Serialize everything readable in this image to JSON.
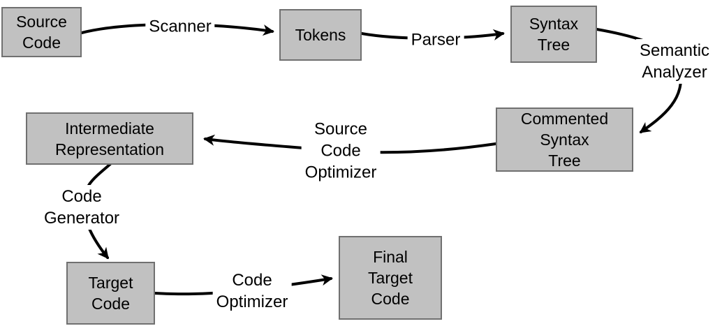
{
  "diagram": {
    "background_color": "#ffffff",
    "node_fill_color": "#c1c1c1",
    "node_border_color": "#707070",
    "line_color": "#000000",
    "text_color": "#000000"
  },
  "nodes": {
    "source_code": {
      "label": "Source\nCode"
    },
    "tokens": {
      "label": "Tokens"
    },
    "syntax_tree": {
      "label": "Syntax\nTree"
    },
    "commented_syntax_tree": {
      "label": "Commented\nSyntax\nTree"
    },
    "intermediate_representation": {
      "label": "Intermediate\nRepresentation"
    },
    "target_code": {
      "label": "Target\nCode"
    },
    "final_target_code": {
      "label": "Final\nTarget\nCode"
    }
  },
  "edges": {
    "scanner": {
      "label": "Scanner",
      "from": "Source Code",
      "to": "Tokens"
    },
    "parser": {
      "label": "Parser",
      "from": "Tokens",
      "to": "Syntax Tree"
    },
    "semantic_analyzer": {
      "label": "Semantic\nAnalyzer",
      "from": "Syntax Tree",
      "to": "Commented Syntax Tree"
    },
    "source_code_optimizer": {
      "label": "Source\nCode\nOptimizer",
      "from": "Commented Syntax Tree",
      "to": "Intermediate Representation"
    },
    "code_generator": {
      "label": "Code\nGenerator",
      "from": "Intermediate Representation",
      "to": "Target Code"
    },
    "code_optimizer": {
      "label": "Code\nOptimizer",
      "from": "Target Code",
      "to": "Final Target Code"
    }
  },
  "flow_sequence": [
    "Source Code",
    "Scanner",
    "Tokens",
    "Parser",
    "Syntax Tree",
    "Semantic Analyzer",
    "Commented Syntax Tree",
    "Source Code Optimizer",
    "Intermediate Representation",
    "Code Generator",
    "Target Code",
    "Code Optimizer",
    "Final Target Code"
  ]
}
